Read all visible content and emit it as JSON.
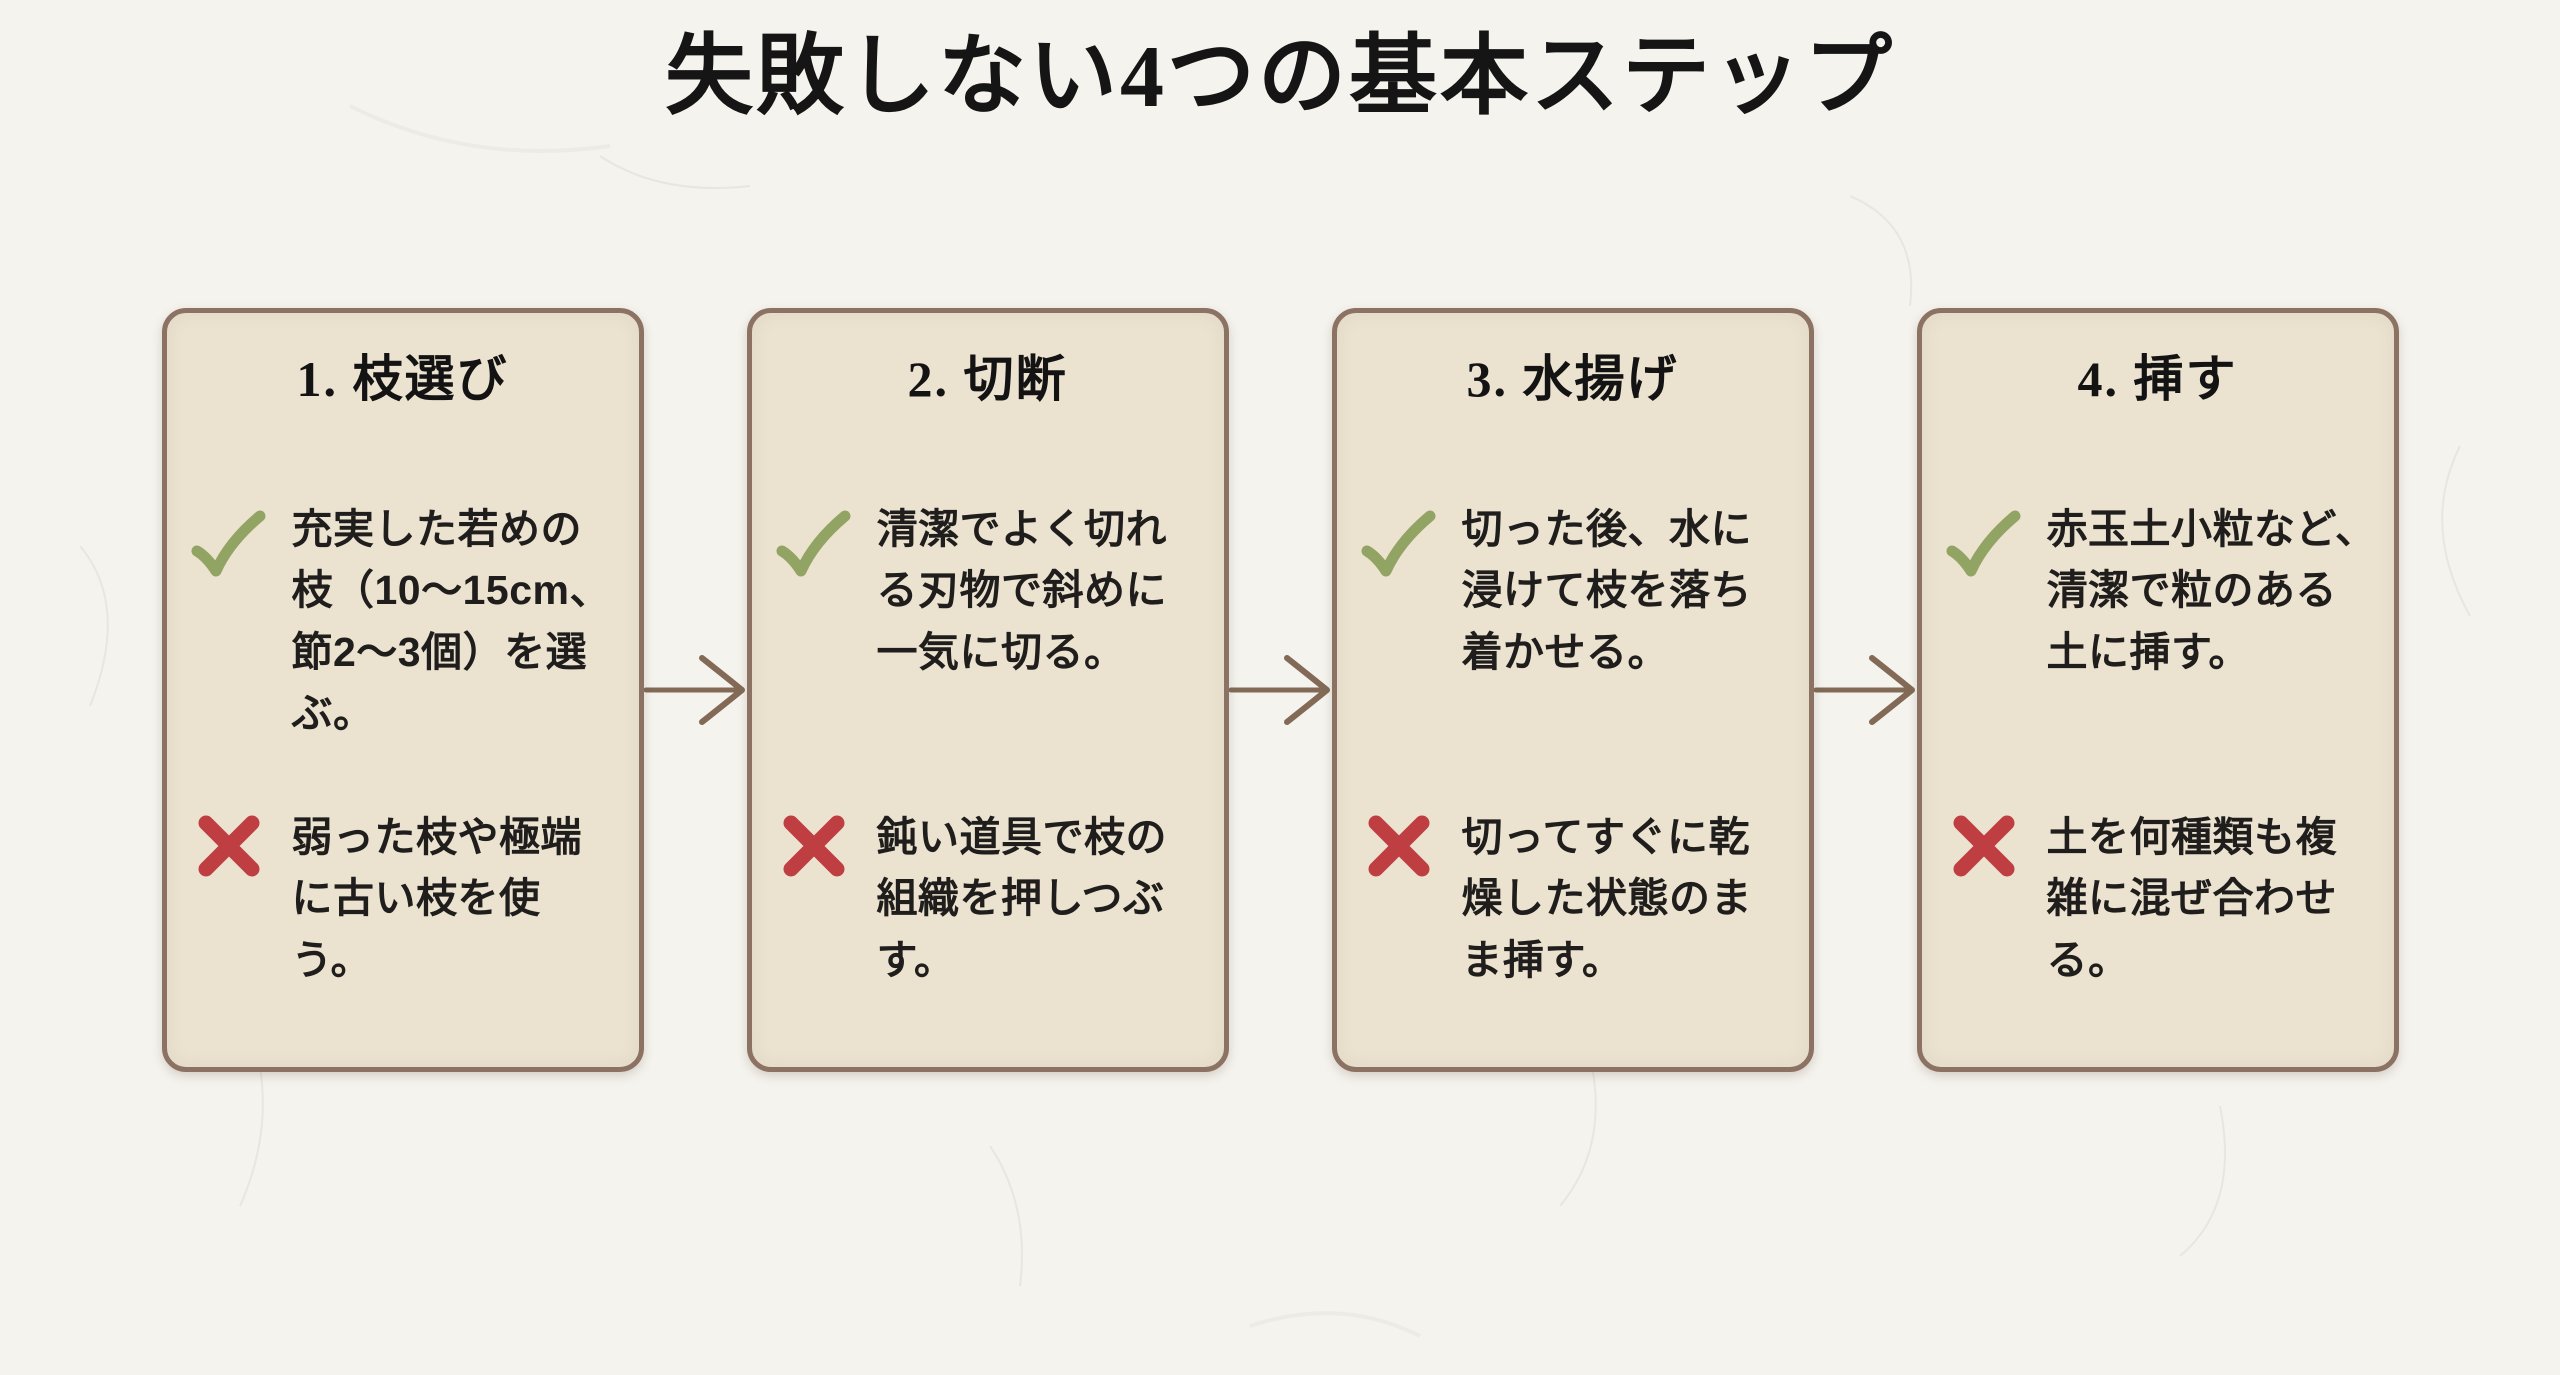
{
  "page": {
    "title": "失敗しない4つの基本ステップ"
  },
  "colors": {
    "background": "#f5f3ee",
    "card_fill": "#ebe2d0",
    "card_border": "#8b7262",
    "arrow_brown": "#826a57",
    "check_green": "#92a464",
    "cross_red": "#bf3e42",
    "title_text": "#151515",
    "body_text": "#1f1e1c"
  },
  "icons": {
    "do": "check-icon",
    "dont": "cross-icon",
    "connector": "arrow-right-icon"
  },
  "steps": [
    {
      "title": "1. 枝選び",
      "do": "充実した若めの\n枝（10〜15cm、\n節2〜3個）を選\nぶ。",
      "dont": "弱った枝や極端\nに古い枝を使\nう。"
    },
    {
      "title": "2. 切断",
      "do": "清潔でよく切れ\nる刃物で斜めに\n一気に切る。",
      "dont": "鈍い道具で枝の\n組織を押しつぶ\nす。"
    },
    {
      "title": "3. 水揚げ",
      "do": "切った後、水に\n浸けて枝を落ち\n着かせる。",
      "dont": "切ってすぐに乾\n燥した状態のま\nま挿す。"
    },
    {
      "title": "4. 挿す",
      "do": "赤玉土小粒など、\n清潔で粒のある\n土に挿す。",
      "dont": "土を何種類も複\n雑に混ぜ合わせ\nる。"
    }
  ]
}
